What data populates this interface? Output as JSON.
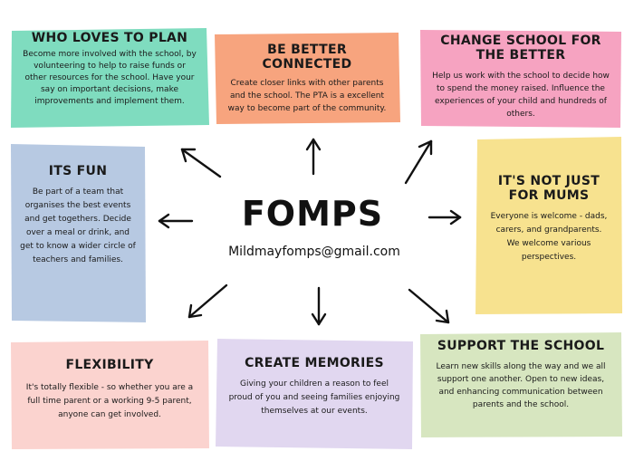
{
  "center": {
    "title": "FOMPS",
    "email": "Mildmayfomps@gmail.com"
  },
  "cards": {
    "who_loves_to_plan": {
      "title": "WHO LOVES TO PLAN",
      "text": "Become more involved with the school, by volunteering to help to raise funds or other resources for the school. Have your say on important decisions, make improvements and implement them.",
      "color": "#7fdcbf"
    },
    "be_better_connected": {
      "title": "BE BETTER CONNECTED",
      "text": "Create closer links with other parents and the school. The PTA is a excellent way to become part of the community.",
      "color": "#f7a47e"
    },
    "change_school": {
      "title": "CHANGE SCHOOL FOR THE BETTER",
      "text": "Help us work with the school to decide how to spend the money raised. Influence the experiences of your child and hundreds of others.",
      "color": "#f6a3c1"
    },
    "its_fun": {
      "title": "ITS FUN",
      "text": "Be part of a team that organises the best events and get togethers. Decide over a meal or drink, and get to know a wider circle of teachers and families.",
      "color": "#b7c9e2"
    },
    "not_just_mums": {
      "title": "IT'S NOT JUST FOR MUMS",
      "text": "Everyone is welcome - dads, carers, and grandparents. We welcome various perspectives.",
      "color": "#f7e28f"
    },
    "flexibility": {
      "title": "FLEXIBILITY",
      "text": "It's totally flexible - so whether you are a full time parent or a working 9-5 parent, anyone can get involved.",
      "color": "#fbd3cf"
    },
    "create_memories": {
      "title": "CREATE MEMORIES",
      "text": "Giving your children a reason to feel proud of you and seeing families enjoying themselves at our events.",
      "color": "#e1d7f0"
    },
    "support_school": {
      "title": "SUPPORT THE SCHOOL",
      "text": "Learn new skills along the way and we all support one another. Open to new ideas, and enhancing communication between parents and the school.",
      "color": "#d7e6c0"
    }
  }
}
